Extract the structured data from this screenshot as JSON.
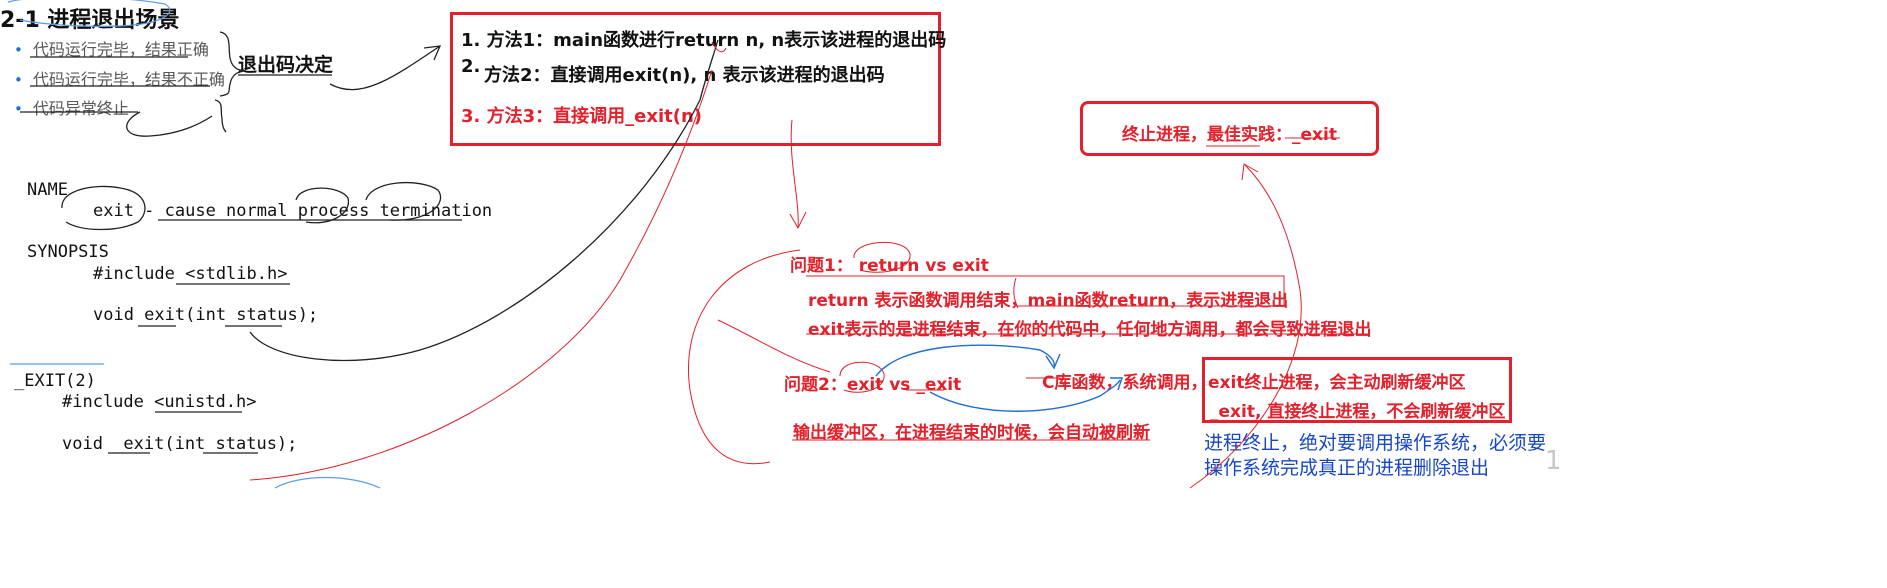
{
  "title": "2-1 进程退出场景",
  "bullets": [
    "代码运行完毕，结果正确",
    "代码运行完毕，结果不正确",
    "代码异常终止"
  ],
  "brace_label": "退出码决定",
  "man_exit": {
    "name_header": "NAME",
    "name_line": "exit - cause normal process termination",
    "synopsis_header": "SYNOPSIS",
    "include": "#include <stdlib.h>",
    "proto": "void exit(int status);"
  },
  "man__exit": {
    "header": "_EXIT(2)",
    "include": "#include <unistd.h>",
    "proto": "void _exit(int status);"
  },
  "methods": {
    "m1": "1. 方法1：main函数进行return n, n表示该进程的退出码",
    "m2_num": "2.",
    "m2": "方法2：直接调用exit(n), n 表示该进程的退出码",
    "m3": "3.  方法3：直接调用_exit(n)"
  },
  "best_practice": "终止进程，最佳实践：_exit",
  "q1": {
    "title": "问题1：  return vs exit",
    "l1": "return 表示函数调用结束，main函数return，表示进程退出",
    "l2": "exit表示的是进程结束，在你的代码中，任何地方调用，都会导致进程退出"
  },
  "q2": {
    "title": "问题2：exit vs _exit",
    "lib": "C库函数，系统调用，",
    "box_l1": "exit终止进程，会主动刷新缓冲区",
    "box_l2": "_exit, 直接终止进程，不会刷新缓冲区",
    "buffer": "输出缓冲区，在进程结束的时候，会自动被刷新"
  },
  "blue_note": {
    "l1": "进程终止，绝对要调用操作系统，必须要",
    "l2": "操作系统完成真正的进程删除退出"
  },
  "corner_mark": "1",
  "colors": {
    "red": "#e3202b",
    "blue": "#1747c7",
    "accent_blue": "#1f6fd1"
  }
}
